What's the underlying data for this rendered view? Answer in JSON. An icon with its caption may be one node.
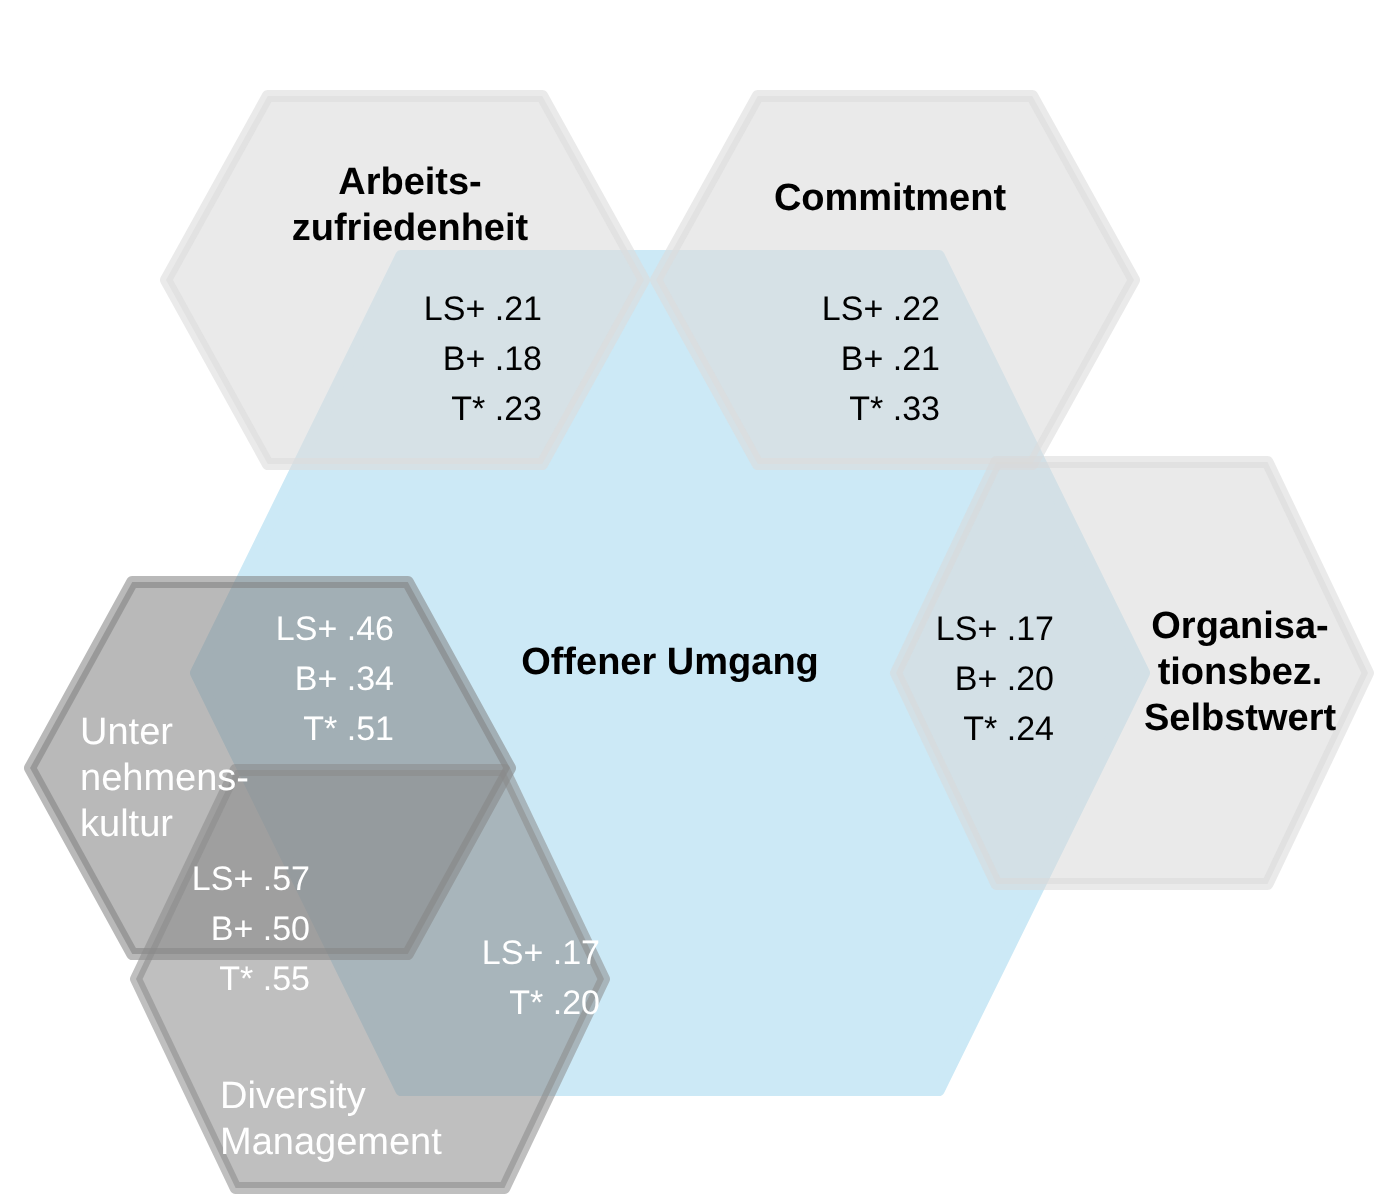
{
  "diagram": {
    "nodes": [
      {
        "text": [
          "Arbeits- zufriedenheit"
        ]
      },
      {
        "text": [
          "Commitment"
        ]
      },
      {
        "text": [
          "Offener Umgang"
        ]
      },
      {
        "text": [
          "Organisa- tionsbez. Selbstwert"
        ]
      },
      {
        "text": [
          "Unter nehmens- kultur"
        ]
      },
      {
        "text": [
          "Diversity Management"
        ]
      }
    ],
    "labels": [
      "LS+ .21",
      "B+ .18",
      "T* .23",
      "LS+ .22",
      "B+ .21",
      "T* .33",
      "LS+ .46",
      "B+ .34",
      "T* .51",
      "LS+ .17",
      "B+ .20",
      "T* .24",
      "LS+ .57",
      "B+ .50",
      "T* .55",
      "LS+ .17",
      "T* .20"
    ]
  }
}
